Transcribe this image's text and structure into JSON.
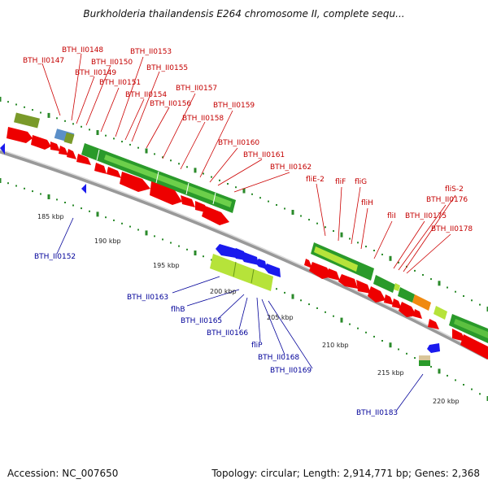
{
  "title": "Burkholderia thailandensis E264 chromosome II, complete sequ...",
  "footer": {
    "accession": "Accession: NC_007650",
    "stats": "Topology: circular; Length: 2,914,771 bp; Genes: 2,368"
  },
  "colors": {
    "cds_forward": "#ee0000",
    "cds_reverse": "#1a1aee",
    "label_forward": "#c40000",
    "label_reverse": "#000099",
    "gene_green": "#2a9a2a",
    "gene_lightgreen": "#a8dd3a",
    "gene_olive": "#7a9a2a",
    "gene_orange": "#f08a10",
    "gene_steelblue": "#5b8fc8",
    "backbone": "#999999",
    "tick": "#2a8a2a"
  },
  "scale_ticks": [
    "185 kbp",
    "190 kbp",
    "195 kbp",
    "200 kbp",
    "205 kbp",
    "210 kbp",
    "215 kbp",
    "220 kbp"
  ],
  "upper_labels": [
    "BTH_II0147",
    "BTH_II0148",
    "BTH_II0149",
    "BTH_II0150",
    "BTH_II0151",
    "BTH_II0153",
    "BTH_II0154",
    "BTH_II0155",
    "BTH_II0156",
    "BTH_II0157",
    "BTH_II0158",
    "BTH_II0159",
    "BTH_II0160",
    "BTH_II0161",
    "BTH_II0162",
    "fliE-2",
    "fliF",
    "fliG",
    "fliH",
    "fliI",
    "BTH_II0175",
    "fliS-2",
    "BTH_II0176",
    "BTH_II0178"
  ],
  "lower_labels": [
    "BTH_II0152",
    "BTH_II0163",
    "flhB",
    "BTH_II0165",
    "BTH_II0166",
    "fliP",
    "BTH_II0168",
    "BTH_II0169",
    "BTH_II0183"
  ]
}
